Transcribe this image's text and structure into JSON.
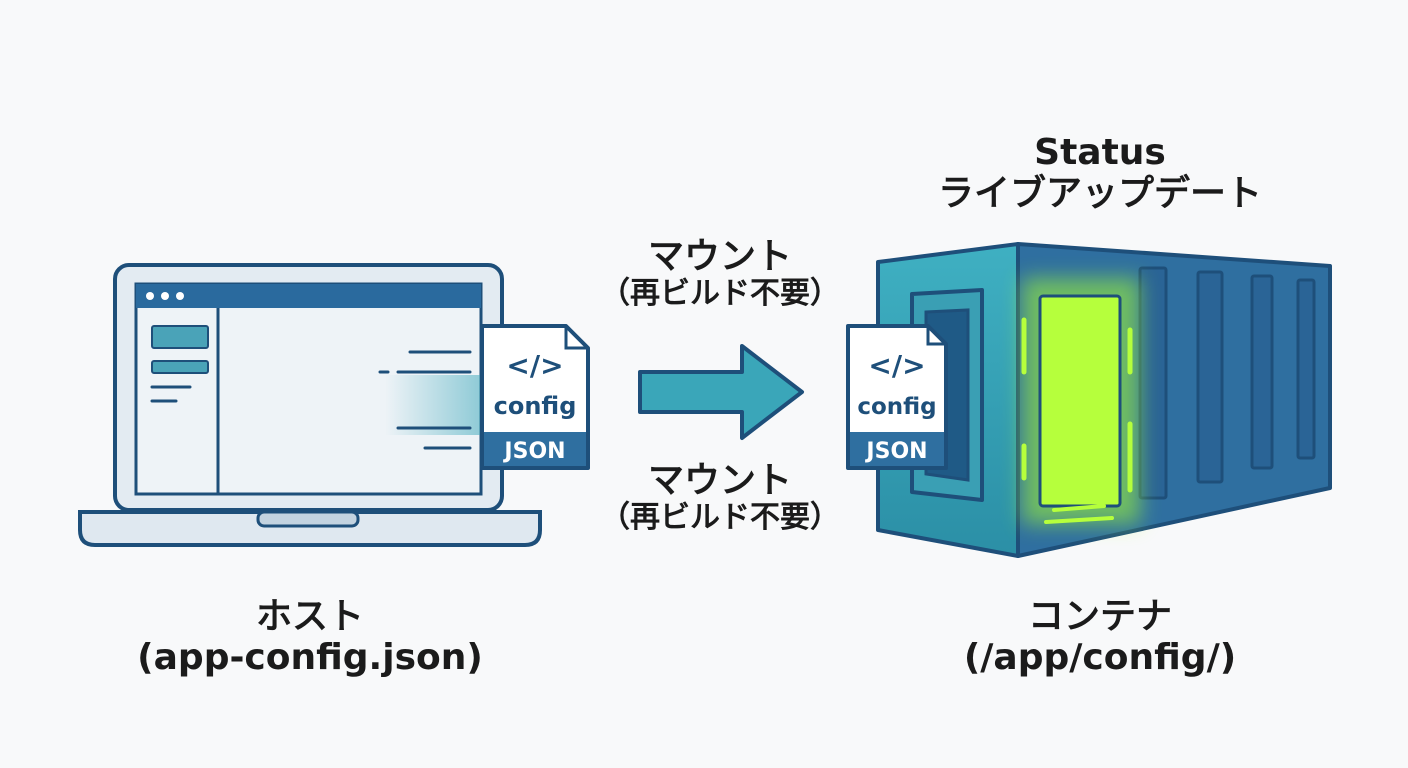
{
  "host": {
    "title": "ホスト",
    "path": "(app-config.json)"
  },
  "container": {
    "title": "コンテナ",
    "path": "(/app/config/)"
  },
  "status": {
    "line1": "Status",
    "line2": "ライブアップデート"
  },
  "mount_labels": [
    {
      "title": "マウント",
      "note": "（再ビルド不要）"
    },
    {
      "title": "マウント",
      "note": "（再ビルド不要）"
    }
  ],
  "config_file": {
    "code_glyph": "</>",
    "name": "config",
    "type": "JSON"
  },
  "colors": {
    "outline": "#1e4f7a",
    "arrow": "#3aa6b9",
    "container_front": "#2f6fa0",
    "container_side": "#3a9fb4",
    "status_glow": "#a6ff2e",
    "screen_bg": "#eef3f7",
    "titlebar": "#2a6a9e"
  }
}
